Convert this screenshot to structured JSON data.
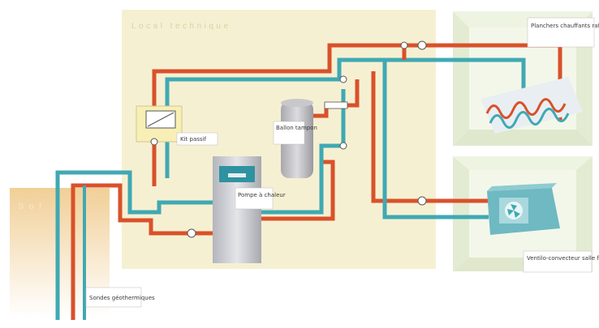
{
  "title": "Local technique",
  "labels": {
    "sol": "Sol",
    "kit_passif": "Kit passif",
    "ballon_tampon": "Ballon tampon",
    "pompe_a_chaleur": "Pompe à chaleur",
    "sondes_geothermiques": "Sondes géothermiques",
    "planchers": "Planchers chauffants rafraîchissants",
    "ventilo": "Ventilo-convecteur salle fraîcheur"
  },
  "colors": {
    "hot": "#d9512a",
    "cold": "#3fa9b3",
    "room": "#f6f0d2",
    "soil": "#efc98d"
  }
}
